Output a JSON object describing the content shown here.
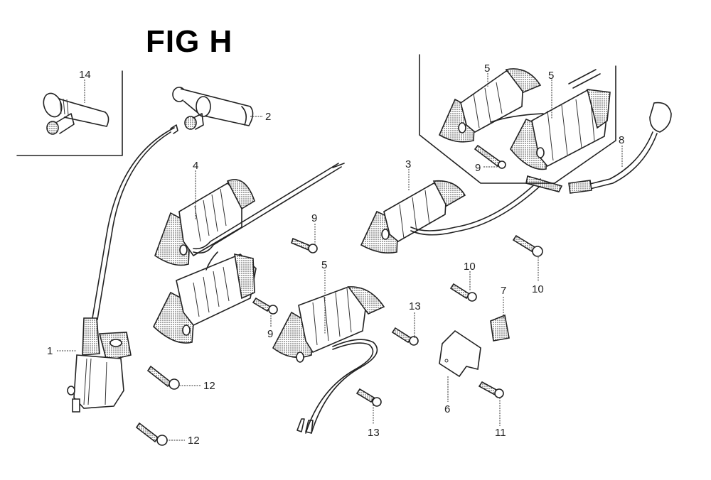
{
  "figure": {
    "title": "FIG H",
    "colors": {
      "line": "#222222",
      "background": "#ffffff"
    }
  },
  "callouts": [
    {
      "id": "c14",
      "label": "14"
    },
    {
      "id": "c2",
      "label": "2"
    },
    {
      "id": "c4",
      "label": "4"
    },
    {
      "id": "c5a",
      "label": "5"
    },
    {
      "id": "c5b",
      "label": "5"
    },
    {
      "id": "c3",
      "label": "3"
    },
    {
      "id": "c8",
      "label": "8"
    },
    {
      "id": "c9a",
      "label": "9"
    },
    {
      "id": "c9b",
      "label": "9"
    },
    {
      "id": "c9c",
      "label": "9"
    },
    {
      "id": "c5c",
      "label": "5"
    },
    {
      "id": "c10a",
      "label": "10"
    },
    {
      "id": "c10b",
      "label": "10"
    },
    {
      "id": "c7",
      "label": "7"
    },
    {
      "id": "c13a",
      "label": "13"
    },
    {
      "id": "c13b",
      "label": "13"
    },
    {
      "id": "c6",
      "label": "6"
    },
    {
      "id": "c11",
      "label": "11"
    },
    {
      "id": "c1",
      "label": "1"
    },
    {
      "id": "c12a",
      "label": "12"
    },
    {
      "id": "c12b",
      "label": "12"
    }
  ]
}
